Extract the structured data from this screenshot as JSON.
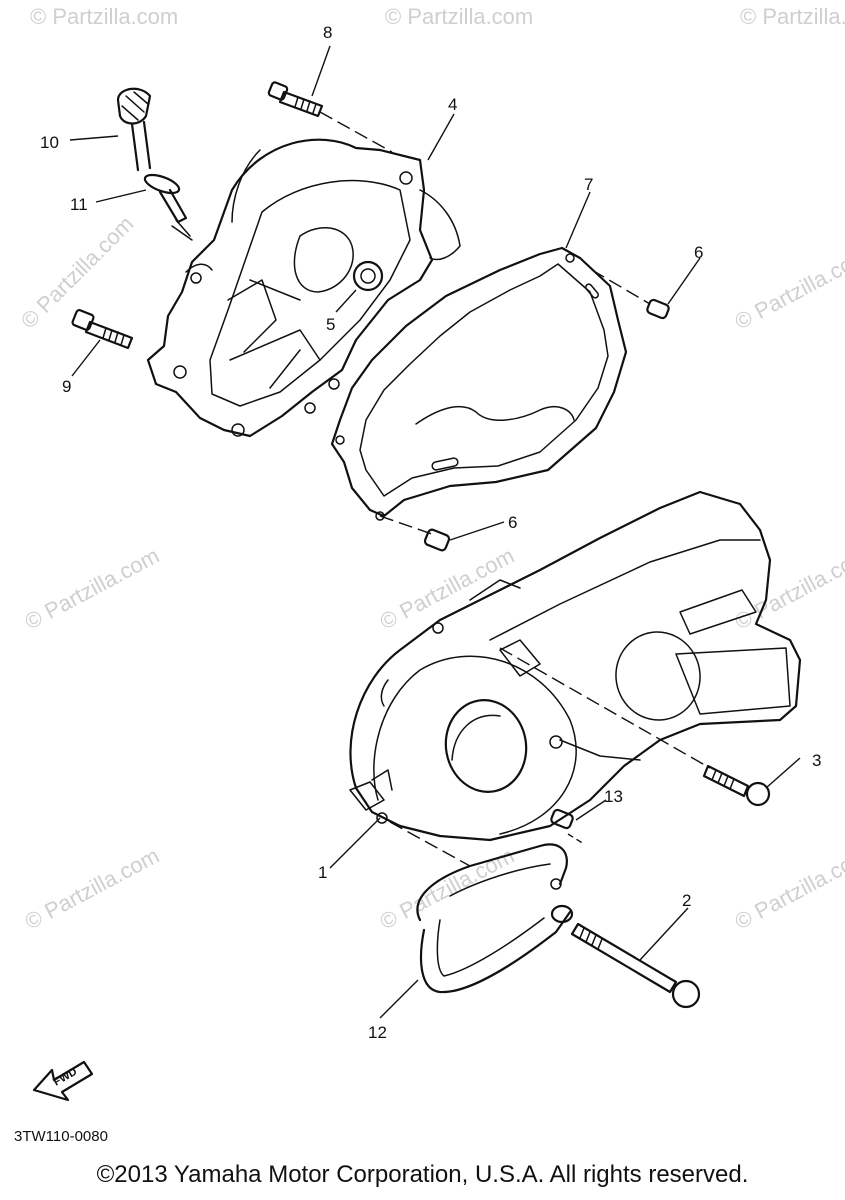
{
  "watermark": "© Partzilla.com",
  "callouts": [
    "8",
    "4",
    "10",
    "11",
    "7",
    "6",
    "5",
    "9",
    "6",
    "3",
    "13",
    "1",
    "2",
    "12"
  ],
  "fwd_label": "FWD",
  "diagram_code": "3TW110-0080",
  "copyright": "©2013 Yamaha Motor Corporation, U.S.A. All rights reserved."
}
